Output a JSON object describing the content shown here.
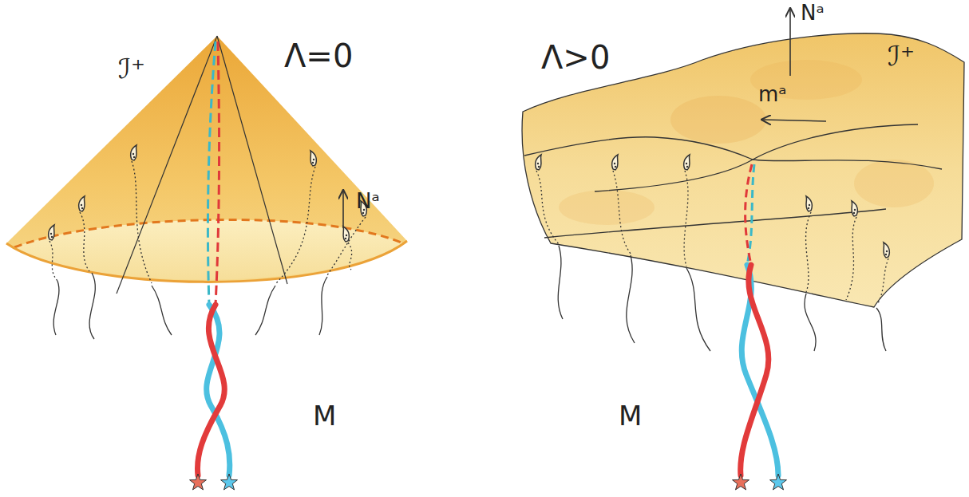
{
  "diagram": {
    "labels": [
      "Λ=0",
      "ℐ⁺",
      "Nᵃ",
      "M",
      "Λ>0",
      "Nᵃ",
      "ℐ⁺",
      "mᵃ",
      "M"
    ]
  }
}
